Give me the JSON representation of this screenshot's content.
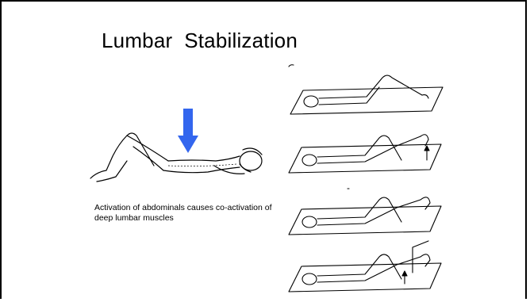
{
  "slide": {
    "title": "Lumbar  Stabilization",
    "caption": "Activation of abdominals causes co-activation of deep lumbar muscles"
  },
  "figures": {
    "left_illustration": "supine-abdominal-bracing",
    "arrow_color": "#3366ee",
    "right_illustrations": [
      "supine-hook-lying",
      "single-leg-raise",
      "leg-raise-variation",
      "leg-raise-with-support"
    ]
  }
}
